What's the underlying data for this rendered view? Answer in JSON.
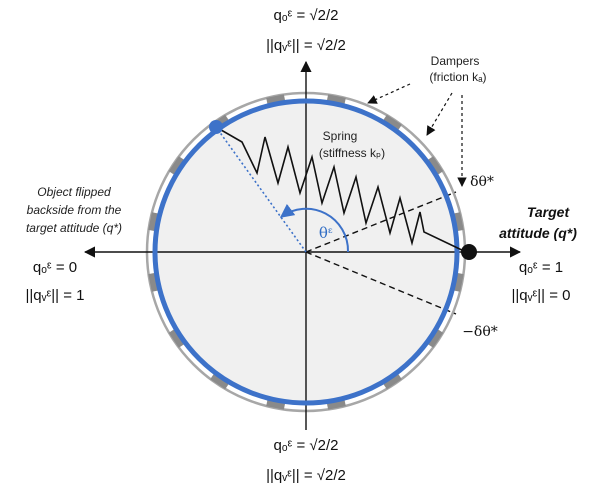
{
  "colors": {
    "ring_blue": "#3d72c9",
    "disk_fill": "#f0f0f0",
    "outer_ring": "#a7a7a7",
    "damper": "#8a8a8a",
    "axis": "#111111"
  },
  "labels": {
    "top_q0": "qₒᵋ = √2/2",
    "top_qv": "||qᵥᵋ|| = √2/2",
    "bottom_q0": "qₒᵋ = √2/2",
    "bottom_qv": "||qᵥᵋ|| = √2/2",
    "left_q0": "qₒᵋ = 0",
    "left_qv": "||qᵥᵋ|| = 1",
    "right_q0": "qₒᵋ = 1",
    "right_qv": "||qᵥᵋ|| = 0",
    "left_note_1": "Object flipped",
    "left_note_2": "backside from the",
    "left_note_3": "target attitude (q*)",
    "target_1": "Target",
    "target_2": "attitude (q*)",
    "dampers_1": "Dampers",
    "dampers_2": "(friction kₐ)",
    "spring_1": "Spring",
    "spring_2": "(stiffness kₚ)",
    "theta": "θᵋ",
    "delta_pos": "δθ*",
    "delta_neg": "−δθ*"
  }
}
